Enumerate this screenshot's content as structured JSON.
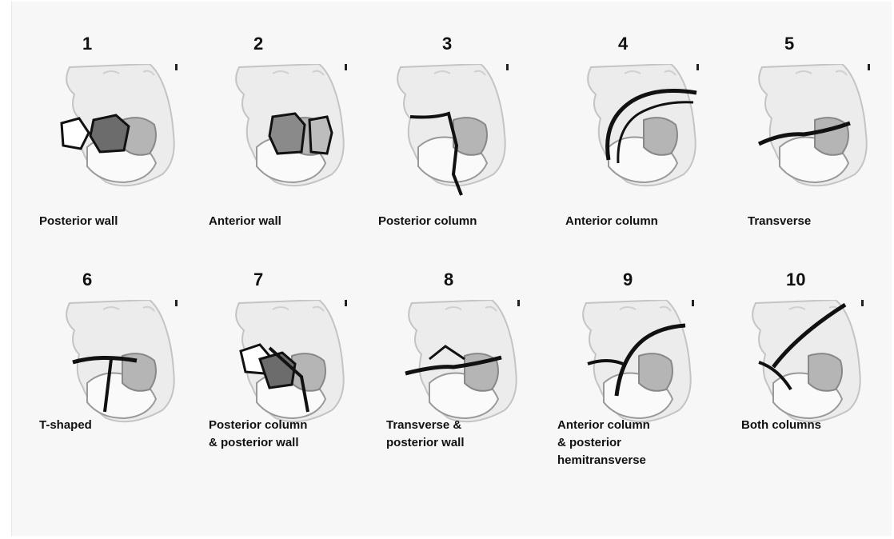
{
  "types": [
    {
      "number": "1",
      "lines": [
        "Posterior wall"
      ]
    },
    {
      "number": "2",
      "lines": [
        "Anterior wall"
      ]
    },
    {
      "number": "3",
      "lines": [
        "Posterior column"
      ]
    },
    {
      "number": "4",
      "lines": [
        "Anterior column"
      ]
    },
    {
      "number": "5",
      "lines": [
        "Transverse"
      ]
    },
    {
      "number": "6",
      "lines": [
        "T-shaped"
      ]
    },
    {
      "number": "7",
      "lines": [
        "Posterior column",
        "& posterior wall"
      ]
    },
    {
      "number": "8",
      "lines": [
        "Transverse &",
        "posterior wall"
      ]
    },
    {
      "number": "9",
      "lines": [
        "Anterior column",
        "& posterior",
        "hemitransverse"
      ]
    },
    {
      "number": "10",
      "lines": [
        "Both columns"
      ]
    }
  ]
}
